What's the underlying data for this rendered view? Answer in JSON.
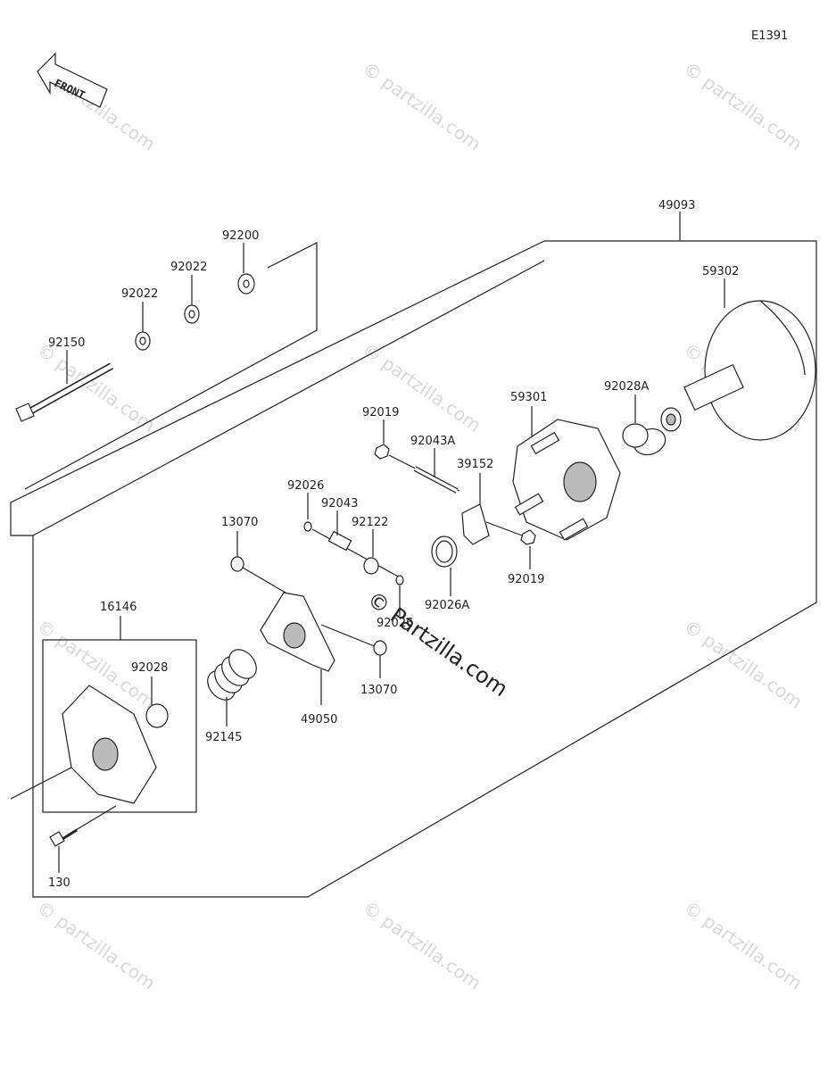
{
  "diagram_code": "E1391",
  "front_label": "FRONT",
  "watermark_text": "© Partzilla.com",
  "watermark_small": "© partzilla.com",
  "parts": {
    "p49093": "49093",
    "p59302": "59302",
    "p92200": "92200",
    "p92022a": "92022",
    "p92022b": "92022",
    "p92150": "92150",
    "p92019a": "92019",
    "p59301": "59301",
    "p92028A": "92028A",
    "p92043A": "92043A",
    "p39152": "39152",
    "p92026a": "92026",
    "p92043": "92043",
    "p92122": "92122",
    "p13070a": "13070",
    "p92019b": "92019",
    "p92026A": "92026A",
    "p92026b": "92026",
    "p16146": "16146",
    "p92028": "92028",
    "p13070b": "13070",
    "p92145": "92145",
    "p49050": "49050",
    "p130": "130"
  }
}
